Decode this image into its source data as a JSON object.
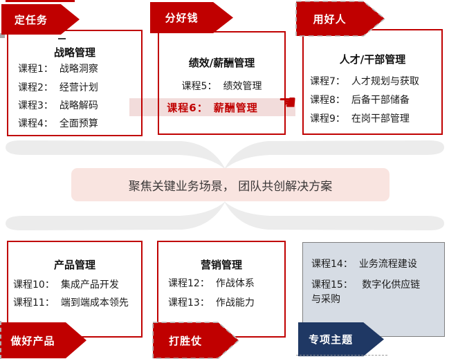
{
  "colors": {
    "accent_red": "#C00000",
    "accent_navy": "#1F3864",
    "highlight_band_pink": "#F2DCDB",
    "center_banner_pink": "#F9E4E0",
    "brace_gray": "#ECECEC",
    "special_box_bg": "#D6DCE4"
  },
  "top_row": [
    {
      "banner": "定任务",
      "title": "战略管理",
      "courses": [
        {
          "label": "课程1：",
          "name": "战略洞察"
        },
        {
          "label": "课程2：",
          "name": "经营计划"
        },
        {
          "label": "课程3：",
          "name": "战略解码"
        },
        {
          "label": "课程4：",
          "name": "全面预算"
        }
      ]
    },
    {
      "banner": "分好钱",
      "title": "绩效/薪酬管理",
      "courses": [
        {
          "label": "课程5：",
          "name": "绩效管理"
        }
      ],
      "highlight": {
        "label": "课程6：",
        "name": "薪酬管理"
      }
    },
    {
      "banner": "用好人",
      "title": "人才/干部管理",
      "courses": [
        {
          "label": "课程7：",
          "name": "人才规划与获取"
        },
        {
          "label": "课程8：",
          "name": "后备干部储备"
        },
        {
          "label": "课程9：",
          "name": "在岗干部管理"
        }
      ]
    }
  ],
  "center_banner": {
    "text": "聚焦关键业务场景， 团队共创解决方案"
  },
  "bottom_row": [
    {
      "banner": "做好产品",
      "title": "产品管理",
      "courses": [
        {
          "label": "课程10：",
          "name": "集成产品开发"
        },
        {
          "label": "课程11：",
          "name": "端到端成本领先"
        }
      ]
    },
    {
      "banner": "打胜仗",
      "title": "营销管理",
      "courses": [
        {
          "label": "课程12：",
          "name": "作战体系"
        },
        {
          "label": "课程13：",
          "name": "作战能力"
        }
      ]
    },
    {
      "banner": "专项主题",
      "title": "",
      "courses": [
        {
          "label": "课程14：",
          "name": "业务流程建设"
        },
        {
          "label": "课程15：",
          "name": "数字化供应链与采购"
        }
      ]
    }
  ],
  "icons": {
    "pointing_hand": "☚"
  }
}
